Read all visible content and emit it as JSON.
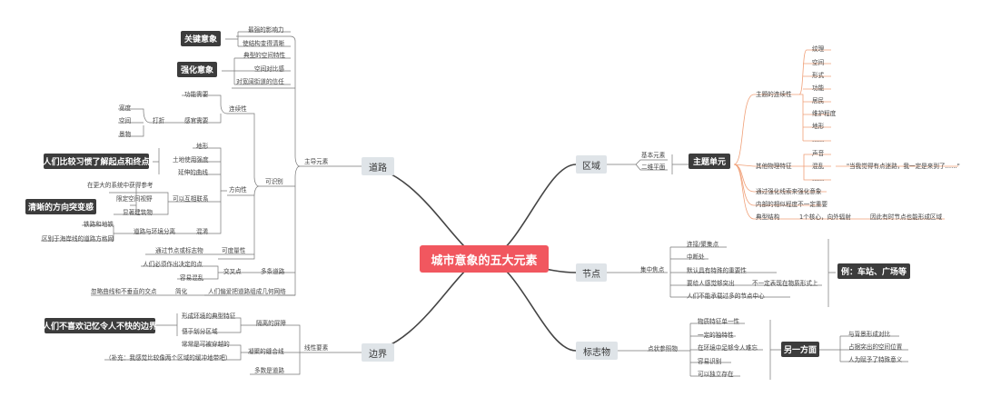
{
  "center": "城市意象的五大元素",
  "branches": {
    "road": "道路",
    "edge": "边界",
    "district": "区域",
    "node": "节点",
    "landmark": "标志物"
  },
  "road": {
    "main": "主导元素",
    "kw1": "关键意象",
    "kw1_a": "最强的影响力",
    "kw1_b": "使结构变得清晰",
    "kw2": "强化意象",
    "kw2_a": "典型的空间特性",
    "kw2_b": "空间对比感",
    "kw2_c": "对宽阔街道的信任",
    "identifiable": "可识别",
    "continuity": "连续性",
    "func_need": "功能需要",
    "sense_need": "感官需要",
    "width": "宽度",
    "space": "空间",
    "scenery": "景物",
    "dressing": "打折",
    "direction": "方向性",
    "terrain": "地形",
    "land_use": "土地使用强度",
    "curve": "延伸的曲线",
    "dark_start": "人们比较习惯了解起点和终点",
    "ref_get": "在更大的系统中获得参考",
    "limit_view": "限定空间视野",
    "visible_connect": "可以互相联系",
    "landmark_bld": "显著建筑物",
    "dark_dir": "清晰的方向突变感",
    "railway": "铁路和地铁",
    "diff_coast": "区别于海岸线的道路方格网",
    "road_env": "道路与环境分离",
    "chaos": "混淆",
    "measure": "可度量性",
    "pass_landmark": "通过节点或标志物",
    "intersect": "交叉点",
    "multi_road": "多条道路",
    "choose_point": "人们必须作出决定的点",
    "easy_confuse": "容易混乱",
    "simplify": "简化",
    "ignore_curve": "忽略曲线和不垂直的交点",
    "geometric": "人们偏爱把道路组成几何网络"
  },
  "edge": {
    "linear": "线性要素",
    "dark": "人们不喜欢记忆令人不快的边界",
    "barrier": "隔离的屏障",
    "typical": "形成环境的典型特征",
    "divide": "便于划分区域",
    "seam": "凝聚的缝合线",
    "often_cross": "常常是可被穿越的",
    "supplement": "（补充：我感觉比较像两个区域的缓冲地带吧）",
    "multi_road": "多数是道路"
  },
  "district": {
    "basic": "基本元素",
    "plane": "二维平面",
    "dark": "主题单元",
    "continuity": "主题的连续性",
    "items": [
      "纹理",
      "空间",
      "形式",
      "功能",
      "居民",
      "维护程度",
      "地形",
      "……"
    ],
    "other": "其他物理特征",
    "sound": "声音",
    "chaos": "混乱",
    "ellipsis": "……",
    "quote": "\"当我觉得有点迷路，我一定是来到了……\"",
    "strengthen": "通过强化线索来强化意象",
    "internal": "内部的相似程度不一定重要",
    "structure": "典型结构",
    "core": "1个核心，向外辐射",
    "node_form": "因此有时节点也能形成区域"
  },
  "node": {
    "focus": "集中焦点",
    "items": [
      "连接/聚集点",
      "中断处",
      "默认具有特殊的重要性",
      "要给人感觉够突出",
      "人们不能承载过多的节点中心"
    ],
    "not_phys": "不一定表现在物质形式上",
    "dark": "例：车站、广场等"
  },
  "landmark": {
    "point_ref": "点状参照物",
    "items": [
      "物质特征单一性",
      "一定的独特性",
      "在环境中足够令人难忘",
      "容易识别",
      "可以独立存在"
    ],
    "dark": "另一方面",
    "contrast": "与背景形成对比",
    "prominent": "占据突出的空间位置",
    "meaning": "人为赋予了特殊意义"
  }
}
